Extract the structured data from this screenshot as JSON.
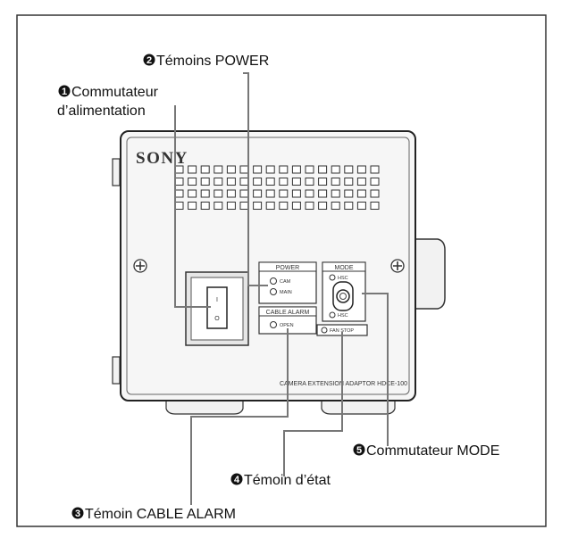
{
  "brand": "SONY",
  "model_label": "CAMERA EXTENSION ADAPTOR HDCE-100",
  "panel": {
    "power_title": "POWER",
    "power_cam": "CAM",
    "power_main": "MAIN",
    "cable_alarm_title": "CABLE ALARM",
    "cable_alarm_open": "OPEN",
    "mode_title": "MODE",
    "mode_top": "HSC",
    "mode_bottom": "HSC",
    "fan_stop": "FAN STOP",
    "switch_on_mark": "I",
    "switch_off_mark": "O"
  },
  "callouts": [
    {
      "number": "1",
      "line1": "Commutateur",
      "line2": "d’alimentation"
    },
    {
      "number": "2",
      "line1": "Témoins POWER"
    },
    {
      "number": "3",
      "line1": "Témoin CABLE ALARM"
    },
    {
      "number": "4",
      "line1": "Témoin d’état"
    },
    {
      "number": "5",
      "line1": "Commutateur MODE"
    }
  ]
}
